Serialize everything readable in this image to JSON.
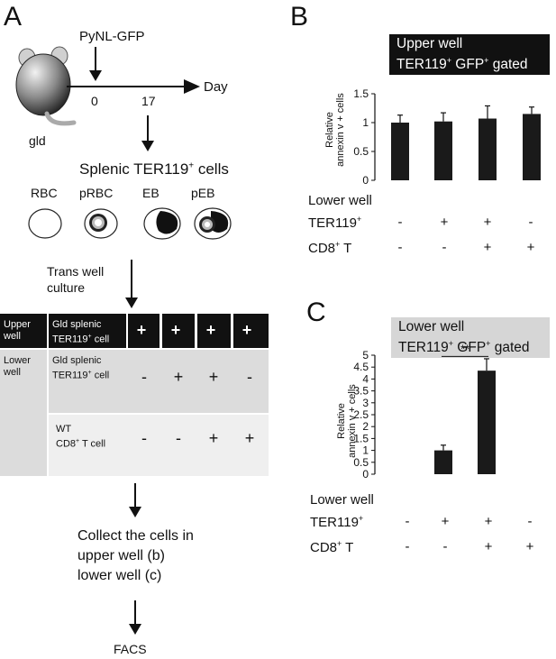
{
  "panel_a": {
    "letter": "A",
    "virus": "PyNL-GFP",
    "day_label": "Day",
    "day_0": "0",
    "day_17": "17",
    "mouse_label": "gld",
    "cells_title": "Splenic TER119",
    "cells_title_sup": "+",
    "cells_title_tail": " cells",
    "cell_types": [
      "RBC",
      "pRBC",
      "EB",
      "pEB"
    ],
    "transwell_line1": "Trans well",
    "transwell_line2": "culture",
    "table": {
      "upper_label_1": "Upper",
      "upper_label_2": "well",
      "upper_row_label_1": "Gld splenic",
      "upper_row_label_2": "TER119",
      "upper_row_label_sup": "+",
      "upper_row_label_tail": " cell",
      "upper_values": [
        "+",
        "+",
        "+",
        "+"
      ],
      "lower_label_1": "Lower",
      "lower_label_2": "well",
      "lower_row1_label_1": "Gld splenic",
      "lower_row1_label_2": "TER119",
      "lower_row1_label_sup": "+",
      "lower_row1_label_tail": " cell",
      "lower_row1_values": [
        "-",
        "+",
        "+",
        "-"
      ],
      "lower_row2_label_1": "WT",
      "lower_row2_label_2": "CD8",
      "lower_row2_label_sup": "+",
      "lower_row2_label_tail": " T cell",
      "lower_row2_values": [
        "-",
        "-",
        "+",
        "+"
      ]
    },
    "collect_line1": "Collect the cells in",
    "collect_line2": "upper well (b)",
    "collect_line3": "lower well (c)",
    "facs": "FACS"
  },
  "panel_b": {
    "letter": "B",
    "box_line1": "Upper well",
    "box_line2": "TER119",
    "box_line2_sup": "+",
    "box_line2_mid": " GFP",
    "box_line2_sup2": "+",
    "box_line2_tail": " gated",
    "ylabel_1": "Relative",
    "ylabel_2": "annexin v + cells",
    "lower_well": "Lower well",
    "row1_label": "TER119",
    "row1_sup": "+",
    "row1_values": [
      "-",
      "+",
      "+",
      "-"
    ],
    "row2_label": "CD8",
    "row2_sup": "+",
    "row2_tail": " T",
    "row2_values": [
      "-",
      "-",
      "+",
      "+"
    ]
  },
  "panel_c": {
    "letter": "C",
    "box_line1": "Lower well",
    "box_line2": "TER119",
    "box_line2_sup": "+",
    "box_line2_mid": " GFP",
    "box_line2_sup2": "+",
    "box_line2_tail": " gated",
    "ylabel_1": "Relative",
    "ylabel_2": "annexin v + cells",
    "significance": "**",
    "lower_well": "Lower well",
    "row1_label": "TER119",
    "row1_sup": "+",
    "row1_values": [
      "-",
      "+",
      "+",
      "-"
    ],
    "row2_label": "CD8",
    "row2_sup": "+",
    "row2_tail": " T",
    "row2_values": [
      "-",
      "-",
      "+",
      "+"
    ]
  },
  "chart_data": [
    {
      "type": "bar",
      "categories": [
        "1",
        "2",
        "3",
        "4"
      ],
      "values": [
        1.0,
        1.02,
        1.07,
        1.15
      ],
      "errors": [
        0.13,
        0.15,
        0.22,
        0.12
      ],
      "ylabel": "Relative annexin v + cells",
      "ylim": [
        0,
        1.5
      ],
      "yticks": [
        "0",
        "0.5",
        "1",
        "1.5"
      ],
      "ytick_values": [
        0,
        0.5,
        1,
        1.5
      ],
      "bar_color": "#1a1a1a"
    },
    {
      "type": "bar",
      "categories": [
        "1",
        "2",
        "3",
        "4"
      ],
      "values": [
        null,
        1.0,
        4.35,
        null
      ],
      "errors": [
        null,
        0.22,
        0.5,
        null
      ],
      "ylabel": "Relative annexin v + cells",
      "ylim": [
        0,
        5
      ],
      "yticks": [
        "0",
        "0.5",
        "1",
        "1.5",
        "2",
        "2.5",
        "3",
        "3.5",
        "4",
        "4.5",
        "5"
      ],
      "ytick_values": [
        0,
        0.5,
        1,
        1.5,
        2,
        2.5,
        3,
        3.5,
        4,
        4.5,
        5
      ],
      "bar_color": "#1a1a1a",
      "significance": "**"
    }
  ]
}
